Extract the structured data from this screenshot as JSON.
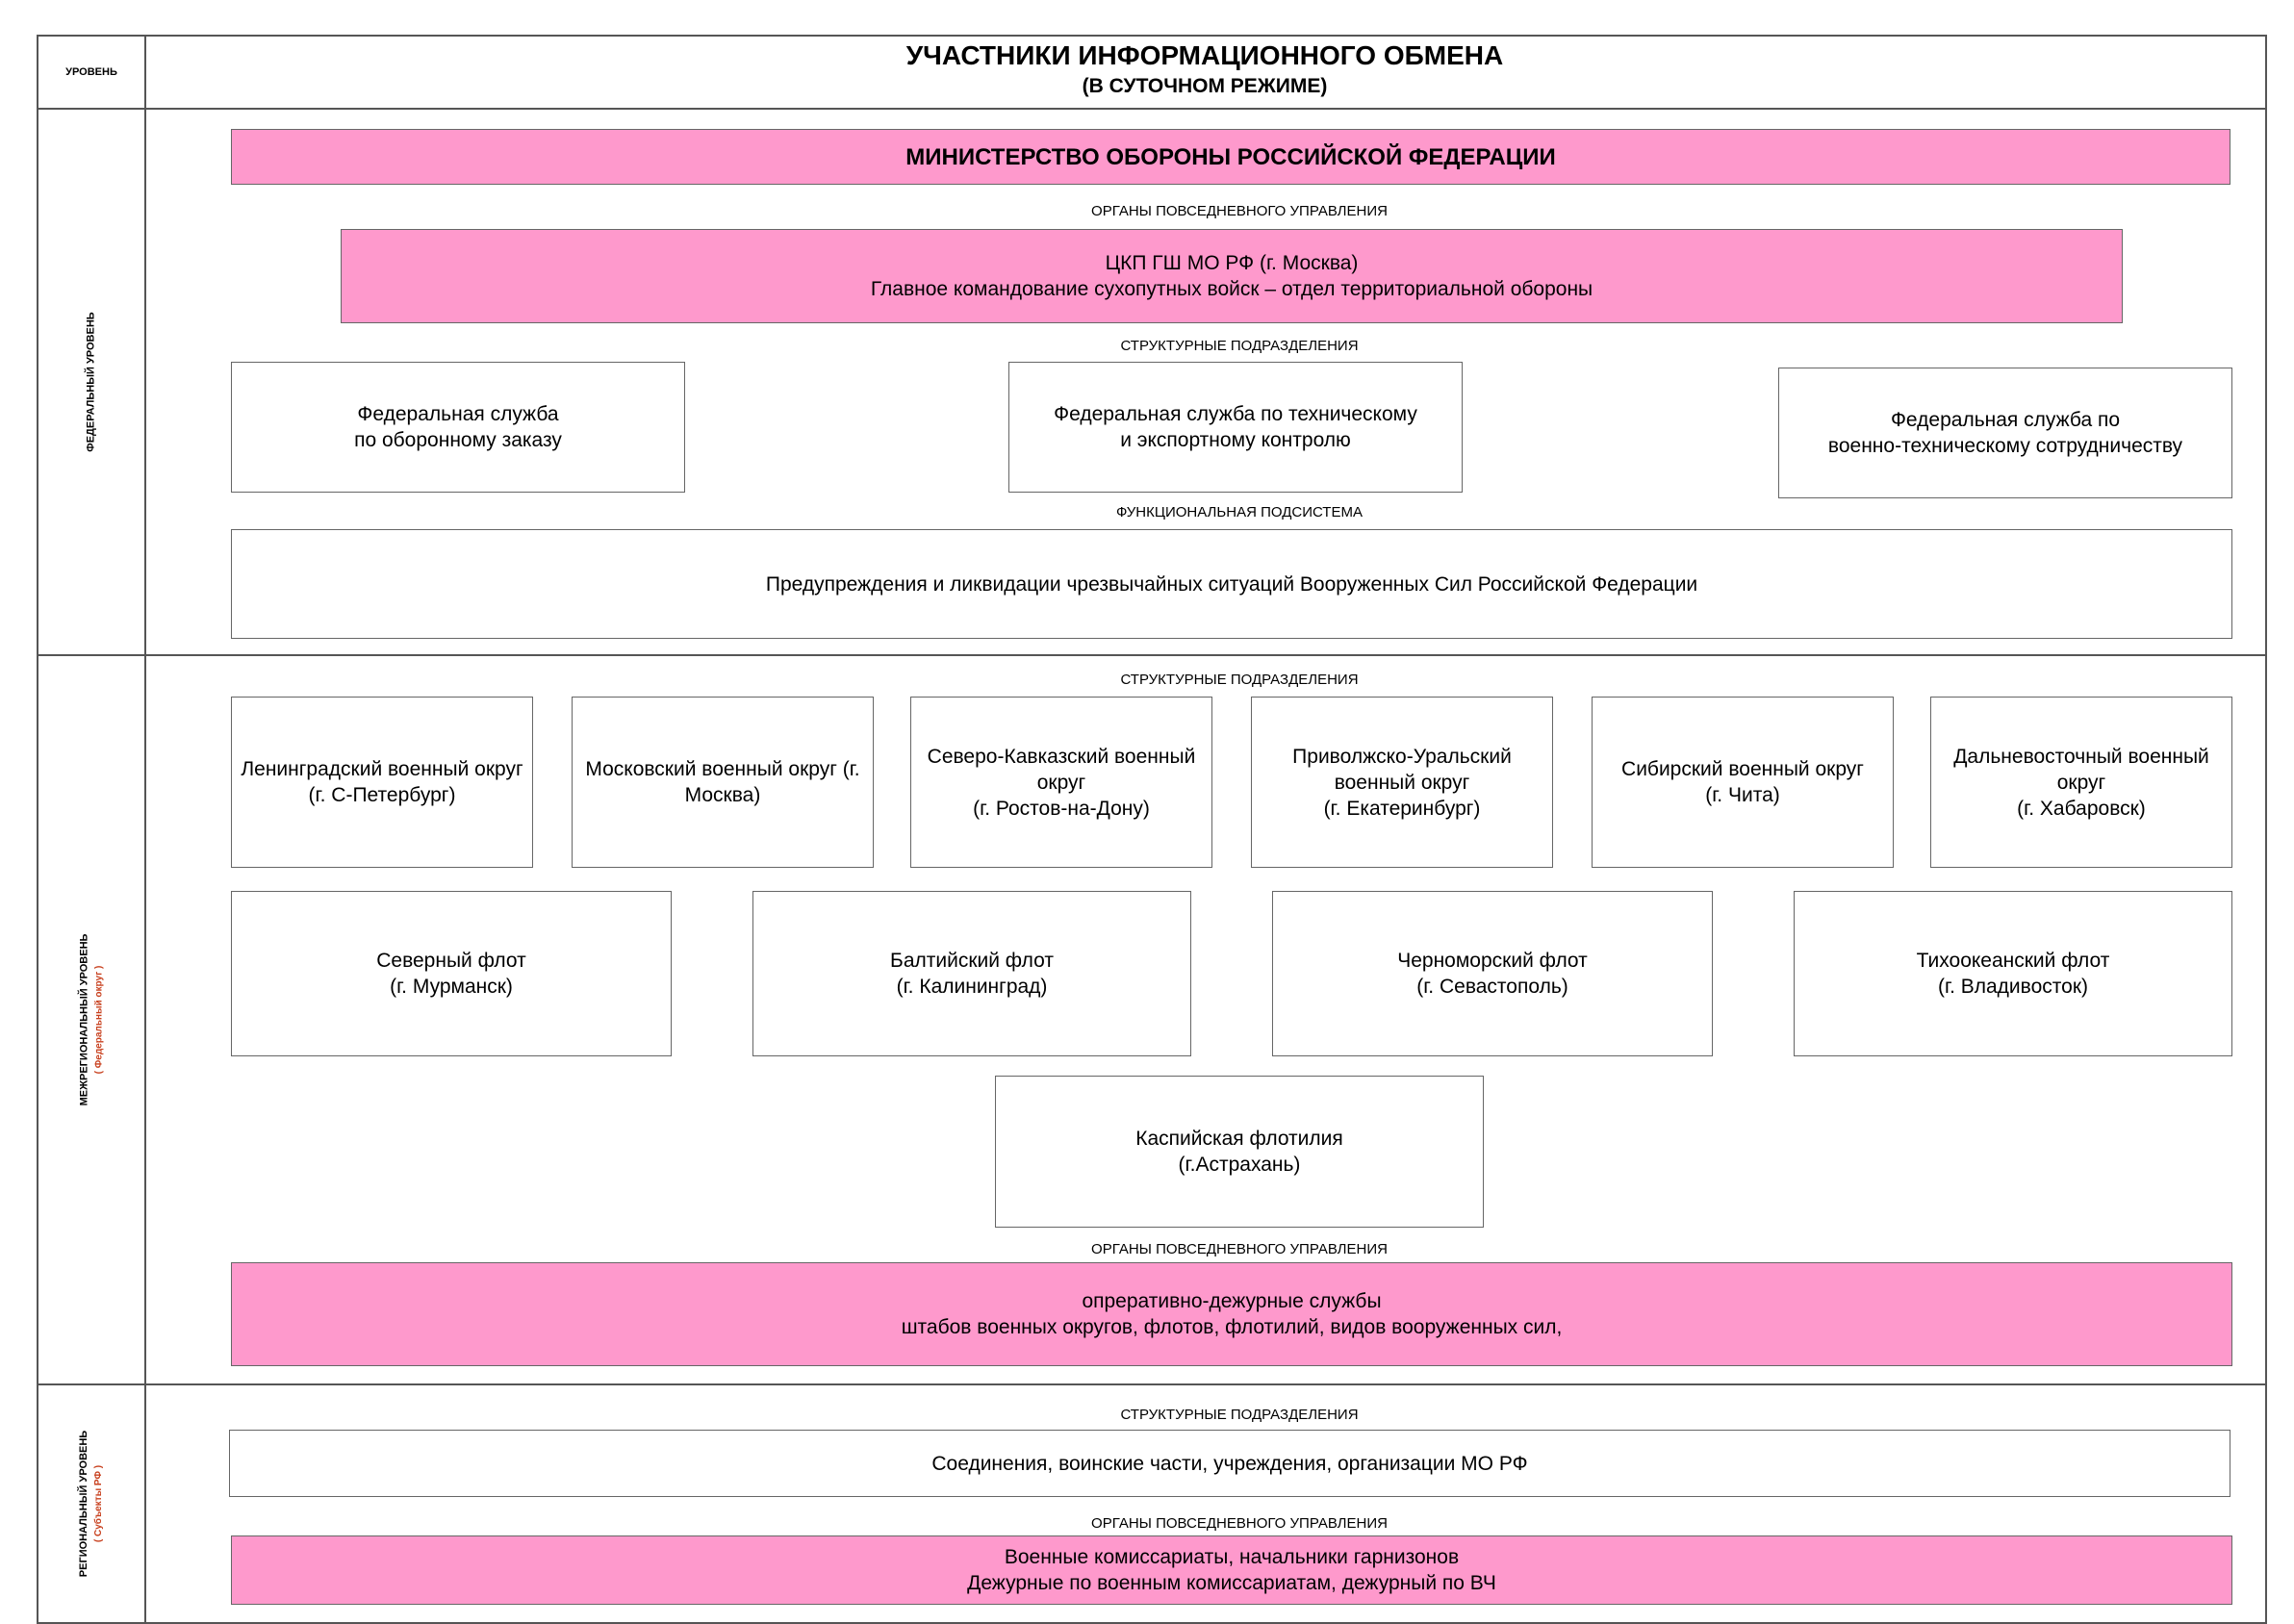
{
  "header": {
    "level_col": "УРОВЕНЬ",
    "title": "УЧАСТНИКИ ИНФОРМАЦИОННОГО ОБМЕНА",
    "subtitle": "(В СУТОЧНОМ РЕЖИМЕ)"
  },
  "levels": {
    "federal": {
      "label": "ФЕДЕРАЛЬНЫЙ УРОВЕНЬ"
    },
    "interregional": {
      "label": "МЕЖРЕГИОНАЛЬНЫЙ УРОВЕНЬ",
      "sub": "( Федеральный округ )"
    },
    "regional": {
      "label": "РЕГИОНАЛЬНЫЙ УРОВЕНЬ",
      "sub": "( Субъекты РФ )"
    }
  },
  "federal": {
    "ministry": "МИНИСТЕРСТВО ОБОРОНЫ РОССИЙСКОЙ ФЕДЕРАЦИИ",
    "cap_daily": "ОРГАНЫ ПОВСЕДНЕВНОГО УПРАВЛЕНИЯ",
    "daily": [
      "ЦКП ГШ МО РФ (г. Москва)",
      "Главное командование сухопутных войск – отдел территориальной обороны"
    ],
    "cap_struct": "СТРУКТУРНЫЕ ПОДРАЗДЕЛЕНИЯ",
    "services": [
      [
        "Федеральная служба",
        "по оборонному заказу"
      ],
      [
        "Федеральная служба по техническому",
        "и экспортному контролю"
      ],
      [
        "Федеральная служба по",
        "военно-техническому сотрудничеству"
      ]
    ],
    "cap_func": "ФУНКЦИОНАЛЬНАЯ ПОДСИСТЕМА",
    "func": "Предупреждения и ликвидации чрезвычайных ситуаций Вооруженных Сил Российской Федерации"
  },
  "interregional": {
    "cap_struct": "СТРУКТУРНЫЕ ПОДРАЗДЕЛЕНИЯ",
    "districts": [
      [
        "Ленинградский военный округ",
        "(г. С-Петербург)"
      ],
      [
        "Московский военный округ (г.",
        "Москва)"
      ],
      [
        "Северо-Кавказский военный",
        "округ",
        "(г. Ростов-на-Дону)"
      ],
      [
        "Приволжско-Уральский",
        "военный округ",
        "(г. Екатеринбург)"
      ],
      [
        "Сибирский военный округ",
        "(г. Чита)"
      ],
      [
        "Дальневосточный военный",
        "округ",
        "(г. Хабаровск)"
      ]
    ],
    "fleets": [
      [
        "Северный флот",
        "(г. Мурманск)"
      ],
      [
        "Балтийский флот",
        "(г. Калининград)"
      ],
      [
        "Черноморский флот",
        "(г. Севастополь)"
      ],
      [
        "Тихоокеанский флот",
        "(г. Владивосток)"
      ]
    ],
    "flotilla": [
      "Каспийская флотилия",
      "(г.Астрахань)"
    ],
    "cap_daily": "ОРГАНЫ ПОВСЕДНЕВНОГО УПРАВЛЕНИЯ",
    "duty": [
      "опреративно-дежурные службы",
      "штабов военных округов, флотов, флотилий, видов вооруженных сил,"
    ]
  },
  "regional": {
    "cap_struct": "СТРУКТУРНЫЕ ПОДРАЗДЕЛЕНИЯ",
    "units": "Соединения, воинские части, учреждения, организации МО РФ",
    "cap_daily": "ОРГАНЫ ПОВСЕДНЕВНОГО УПРАВЛЕНИЯ",
    "commissariats": [
      "Военные комиссариаты, начальники гарнизонов",
      "Дежурные по военным комиссариатам, дежурный по ВЧ"
    ]
  },
  "colors": {
    "pink": "#fe99cc",
    "border": "#666666",
    "sub_label": "#c8401e"
  }
}
